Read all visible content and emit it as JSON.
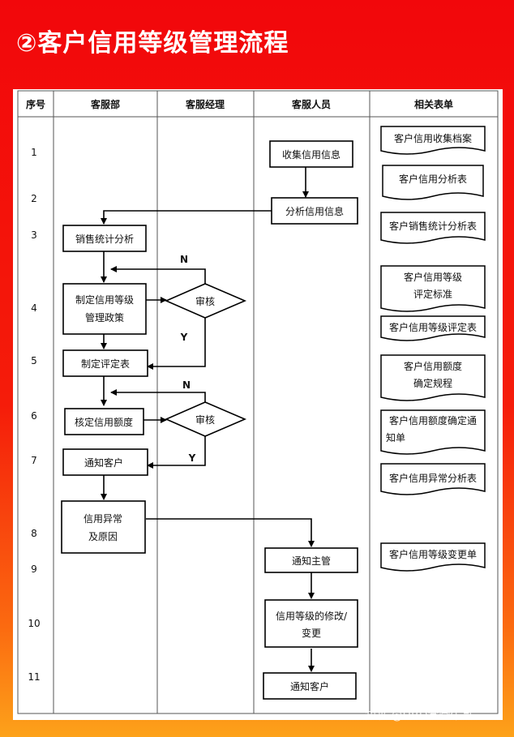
{
  "title": "②客户信用等级管理流程",
  "columns": [
    "序号",
    "客服部",
    "客服经理",
    "客服人员",
    "相关表单"
  ],
  "rows": [
    "1",
    "2",
    "3",
    "4",
    "5",
    "6",
    "7",
    "8",
    "9",
    "10",
    "11"
  ],
  "nodes": {
    "collect": [
      "收集信用信息"
    ],
    "analyze": [
      "分析信用信息"
    ],
    "sales": [
      "销售统计分析"
    ],
    "policy": [
      "制定信用等级",
      "管理政策"
    ],
    "review1": [
      "审核"
    ],
    "evalform": [
      "制定评定表"
    ],
    "quota": [
      "核定信用额度"
    ],
    "review2": [
      "审核"
    ],
    "notify_customer1": [
      "通知客户"
    ],
    "abnormal": [
      "信用异常",
      "及原因"
    ],
    "notify_manager": [
      "通知主管"
    ],
    "change": [
      "信用等级的修改/",
      "变更"
    ],
    "notify_customer2": [
      "通知客户"
    ]
  },
  "edge_labels": {
    "n1": "N",
    "y1": "Y",
    "n2": "N",
    "y2": "Y"
  },
  "forms": [
    [
      "客户信用收集档案"
    ],
    [
      "客户信用分析表"
    ],
    [
      "客户销售统计分析表"
    ],
    [
      "客户信用等级",
      "评定标准"
    ],
    [
      "客户信用等级评定表"
    ],
    [
      "客户信用额度",
      "确定规程"
    ],
    [
      "客户信用额度确定通",
      "知单"
    ],
    [
      "客户信用异常分析表"
    ],
    [
      "客户信用等级变更单"
    ]
  ],
  "watermark": "知乎 @HRD学堂牛哥",
  "colors": {
    "banner_red": "#f2070b",
    "orange": "#fda21a",
    "line": "#000000"
  }
}
